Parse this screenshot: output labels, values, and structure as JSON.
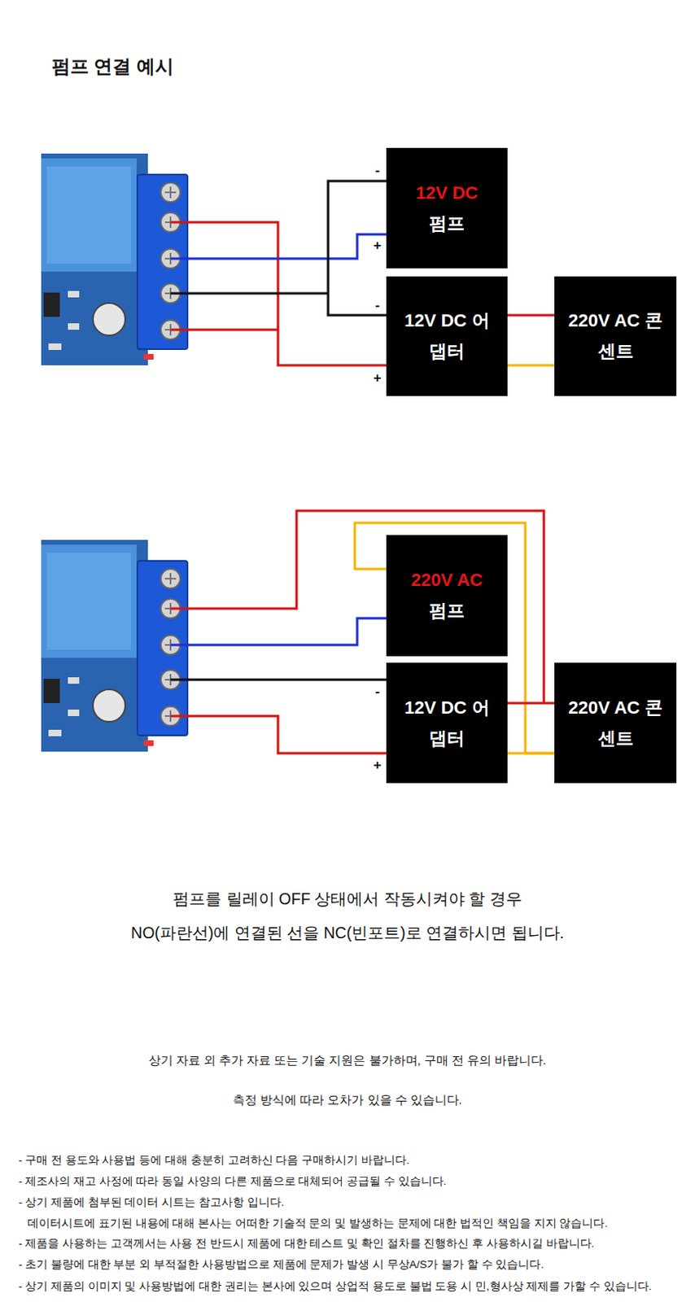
{
  "diagram": {
    "title": "펌프 연결 예시",
    "nodes": [
      {
        "text": [
          "12V DC",
          "펌프"
        ]
      },
      {
        "text": [
          "12V DC 어댑터"
        ]
      },
      {
        "text": [
          "220V AC 콘센트"
        ]
      },
      {
        "text": [
          "220V AC",
          "펌프"
        ]
      },
      {
        "text": [
          "12V DC 어댑터"
        ]
      },
      {
        "text": [
          "220V AC 콘센트"
        ]
      }
    ],
    "edges": [
      {
        "from": 0,
        "to": 1,
        "arrow": "none"
      },
      {
        "from": 1,
        "to": 2,
        "arrow": "none"
      },
      {
        "from": 1,
        "to": 2,
        "arrow": "none"
      },
      {
        "from": 3,
        "to": 5,
        "arrow": "none"
      },
      {
        "from": 4,
        "to": 5,
        "arrow": "none"
      },
      {
        "from": 4,
        "to": 5,
        "arrow": "none"
      }
    ],
    "labels": [
      "-",
      "+",
      "-",
      "+",
      "-",
      "+",
      "펌프를 릴레이 OFF 상태에서 작동시켜야 할 경우",
      "NO(파란선)에 연결된 선을 NC(빈포트)로 연결하시면 됩니다.",
      "상기 자료 외 추가 자료 또는 기술 지원은 불가하며, 구매 전 유의 바랍니다.",
      "측정 방식에 따라 오차가 있을 수 있습니다.",
      "- 구매 전 용도와 사용법 등에 대해 충분히 고려하신 다음 구매하시기 바랍니다.",
      "- 제조사의 재고 사정에 따라 동일 사양의 다른 제품으로 대체되어 공급될 수 있습니다.",
      "- 상기 제품에 첨부된 데이터 시트는 참고사항 입니다.",
      "데이터시트에 표기된 내용에 대해 본사는 어떠한 기술적 문의 및 발생하는 문제에 대한 법적인 책임을 지지 않습니다.",
      "- 제품을 사용하는 고객께서는 사용 전 반드시 제품에 대한 테스트 및 확인 절차를 진행하신 후 사용하시길 바랍니다.",
      "- 초기 불량에 대한 부분 외 부적절한 사용방법으로 제품에 문제가 발생 시 무상A/S가 불가 할 수 있습니다.",
      "- 상기 제품의 이미지 및 사용방법에 대한 권리는 본사에 있으며 상업적 용도로 불법 도용 시 민,형사상 제제를 가할 수 있습니다."
    ]
  }
}
